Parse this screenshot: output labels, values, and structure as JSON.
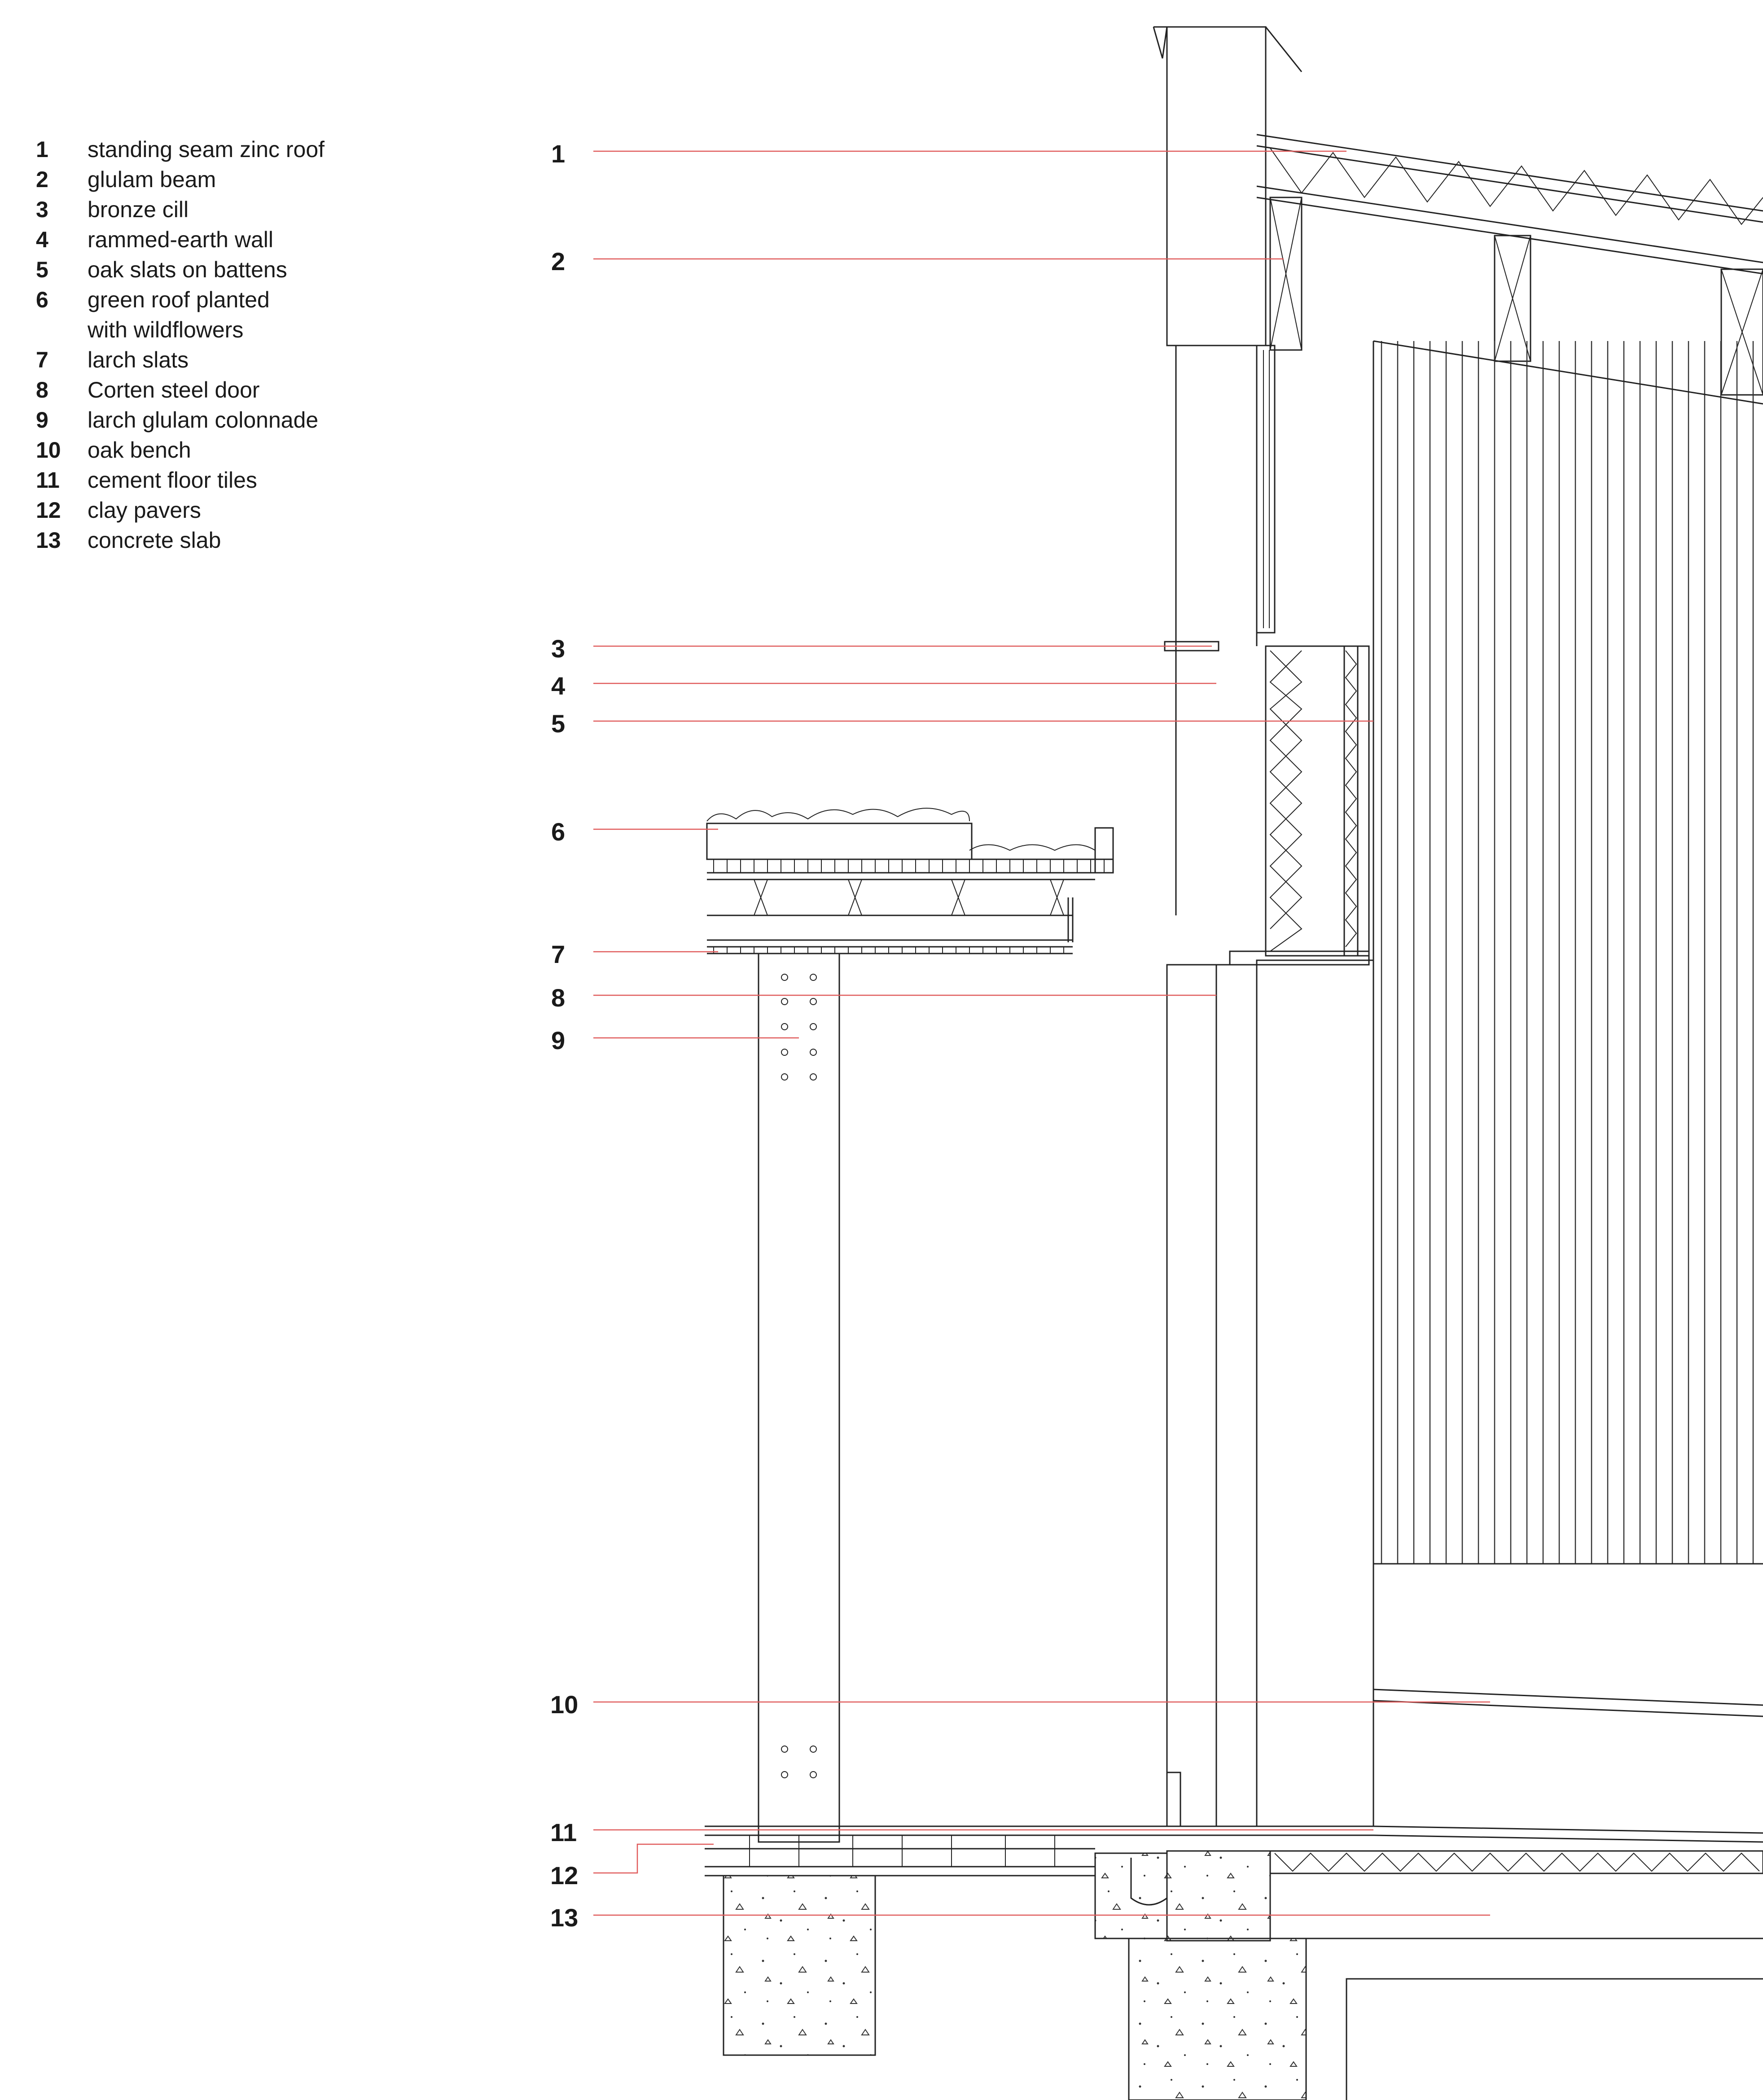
{
  "legend": [
    {
      "num": "1",
      "text": "standing seam zinc roof"
    },
    {
      "num": "2",
      "text": "glulam beam"
    },
    {
      "num": "3",
      "text": "bronze cill"
    },
    {
      "num": "4",
      "text": "rammed-earth wall"
    },
    {
      "num": "5",
      "text": "oak slats on battens"
    },
    {
      "num": "6",
      "text": "green roof planted with wildflowers"
    },
    {
      "num": "7",
      "text": "larch slats"
    },
    {
      "num": "8",
      "text": "Corten steel door"
    },
    {
      "num": "9",
      "text": "larch glulam colonnade"
    },
    {
      "num": "10",
      "text": "oak bench"
    },
    {
      "num": "11",
      "text": "cement floor tiles"
    },
    {
      "num": "12",
      "text": "clay pavers"
    },
    {
      "num": "13",
      "text": "concrete slab"
    }
  ],
  "callouts": [
    "1",
    "2",
    "3",
    "4",
    "5",
    "6",
    "7",
    "8",
    "9",
    "10",
    "11",
    "12",
    "13"
  ],
  "colors": {
    "leader": "#e05a5a",
    "line": "#222222",
    "text": "#1a1a1a"
  }
}
